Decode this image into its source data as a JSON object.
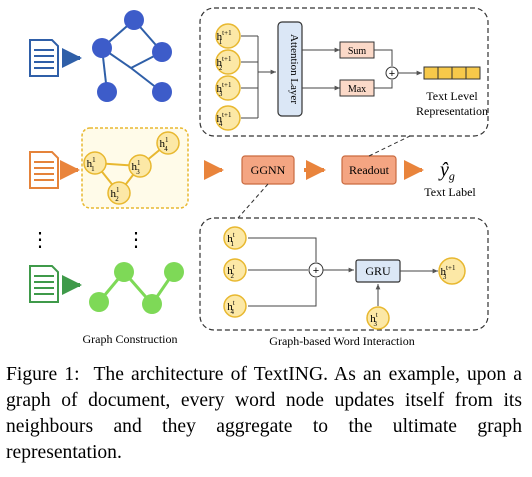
{
  "caption": {
    "prefix": "Figure 1:",
    "text": "The architecture of TextING. As an example, upon a graph of document, every word node updates itself from its neighbours and they aggregate to the ultimate graph representation."
  },
  "labels": {
    "attention_layer": "Attention Layer",
    "sum": "Sum",
    "max": "Max",
    "text_level_rep_line1": "Text Level",
    "text_level_rep_line2": "Representation",
    "ggnn": "GGNN",
    "readout": "Readout",
    "y_g": "ŷ",
    "y_g_sub": "g",
    "text_label": "Text Label",
    "gru": "GRU",
    "graph_construction": "Graph Construction",
    "graph_word_interaction": "Graph-based Word Interaction",
    "plus": "+",
    "vdots": "⋮"
  },
  "nodes": {
    "attention_inputs": [
      {
        "base": "h",
        "sub": "1",
        "sup": "t+1"
      },
      {
        "base": "h",
        "sub": "2",
        "sup": "t+1"
      },
      {
        "base": "h",
        "sub": "3",
        "sup": "t+1"
      },
      {
        "base": "h",
        "sub": "4",
        "sup": "t+1"
      }
    ],
    "word_graph": [
      {
        "base": "h",
        "sub": "1",
        "sup": "1"
      },
      {
        "base": "h",
        "sub": "2",
        "sup": "1"
      },
      {
        "base": "h",
        "sub": "3",
        "sup": "1"
      },
      {
        "base": "h",
        "sub": "4",
        "sup": "1"
      }
    ],
    "gru_inputs": [
      {
        "base": "h",
        "sub": "1",
        "sup": "t"
      },
      {
        "base": "h",
        "sub": "2",
        "sup": "t"
      },
      {
        "base": "h",
        "sub": "4",
        "sup": "t"
      }
    ],
    "gru_hidden": {
      "base": "h",
      "sub": "3",
      "sup": "t"
    },
    "gru_output": {
      "base": "h",
      "sub": "3",
      "sup": "t+1"
    }
  },
  "colors": {
    "doc_blue": "#2f5fa8",
    "doc_orange": "#e5833a",
    "doc_green": "#3f9a4a",
    "graph_blue": "#3d5cc9",
    "graph_green": "#7ed957",
    "word_node_fill": "#fce8a6",
    "word_node_stroke": "#e8b830",
    "box_orange": "#f4a582",
    "box_orange_stroke": "#c96a3f",
    "attention_fill": "#dbe7f6",
    "gru_fill": "#dbe7f6",
    "arrow_orange": "#e9843c",
    "rep_cell": "#f7c94a"
  }
}
